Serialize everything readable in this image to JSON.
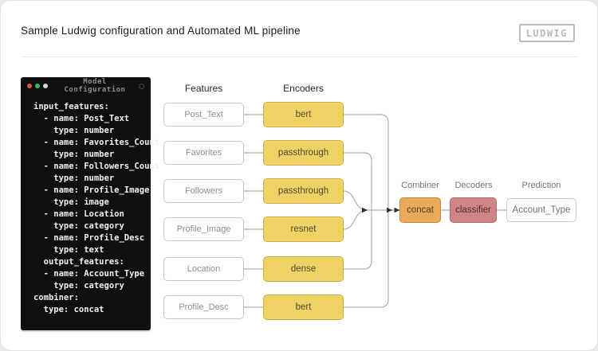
{
  "header": {
    "title": "Sample Ludwig configuration and Automated ML pipeline",
    "logo_text": "LUDWIG"
  },
  "terminal": {
    "title": "Model Configuration",
    "window_controls": [
      "close",
      "minimize",
      "maximize"
    ],
    "lines": [
      "input_features:",
      "  - name: Post_Text",
      "    type: number",
      "  - name: Favorites_Count",
      "    type: number",
      "  - name: Followers_Count",
      "    type: number",
      "  - name: Profile_Image",
      "    type: image",
      "  - name: Location",
      "    type: category",
      "  - name: Profile_Desc",
      "    type: text",
      "  output_features:",
      "  - name: Account_Type",
      "    type: category",
      "combiner:",
      "  type: concat"
    ]
  },
  "diagram": {
    "labels": {
      "features": "Features",
      "encoders": "Encoders",
      "combiner": "Combiner",
      "decoders": "Decoders",
      "prediction": "Prediction"
    },
    "rows": [
      {
        "feature": "Post_Text",
        "encoder": "bert"
      },
      {
        "feature": "Favorites",
        "encoder": "passthrough"
      },
      {
        "feature": "Followers",
        "encoder": "passthrough"
      },
      {
        "feature": "Profile_Image",
        "encoder": "resnet"
      },
      {
        "feature": "Location",
        "encoder": "dense"
      },
      {
        "feature": "Profile_Desc",
        "encoder": "bert"
      }
    ],
    "combiner": "concat",
    "decoder": "classifier",
    "prediction": "Account_Type"
  },
  "colors": {
    "encoder_fill": "#eed264",
    "encoder_border": "#ccae44",
    "combiner_fill": "#e9aa5b",
    "combiner_border": "#c3893e",
    "decoder_fill": "#d08485",
    "decoder_border": "#b16a6e",
    "neutral_box_border": "#c8c8c8",
    "wire": "#adadad",
    "terminal_bg": "#0f0f10",
    "dot_red": "#e0504a",
    "dot_green": "#3fb950",
    "dot_white": "#d9d9d9",
    "logo_gray": "#b7bbc4"
  }
}
